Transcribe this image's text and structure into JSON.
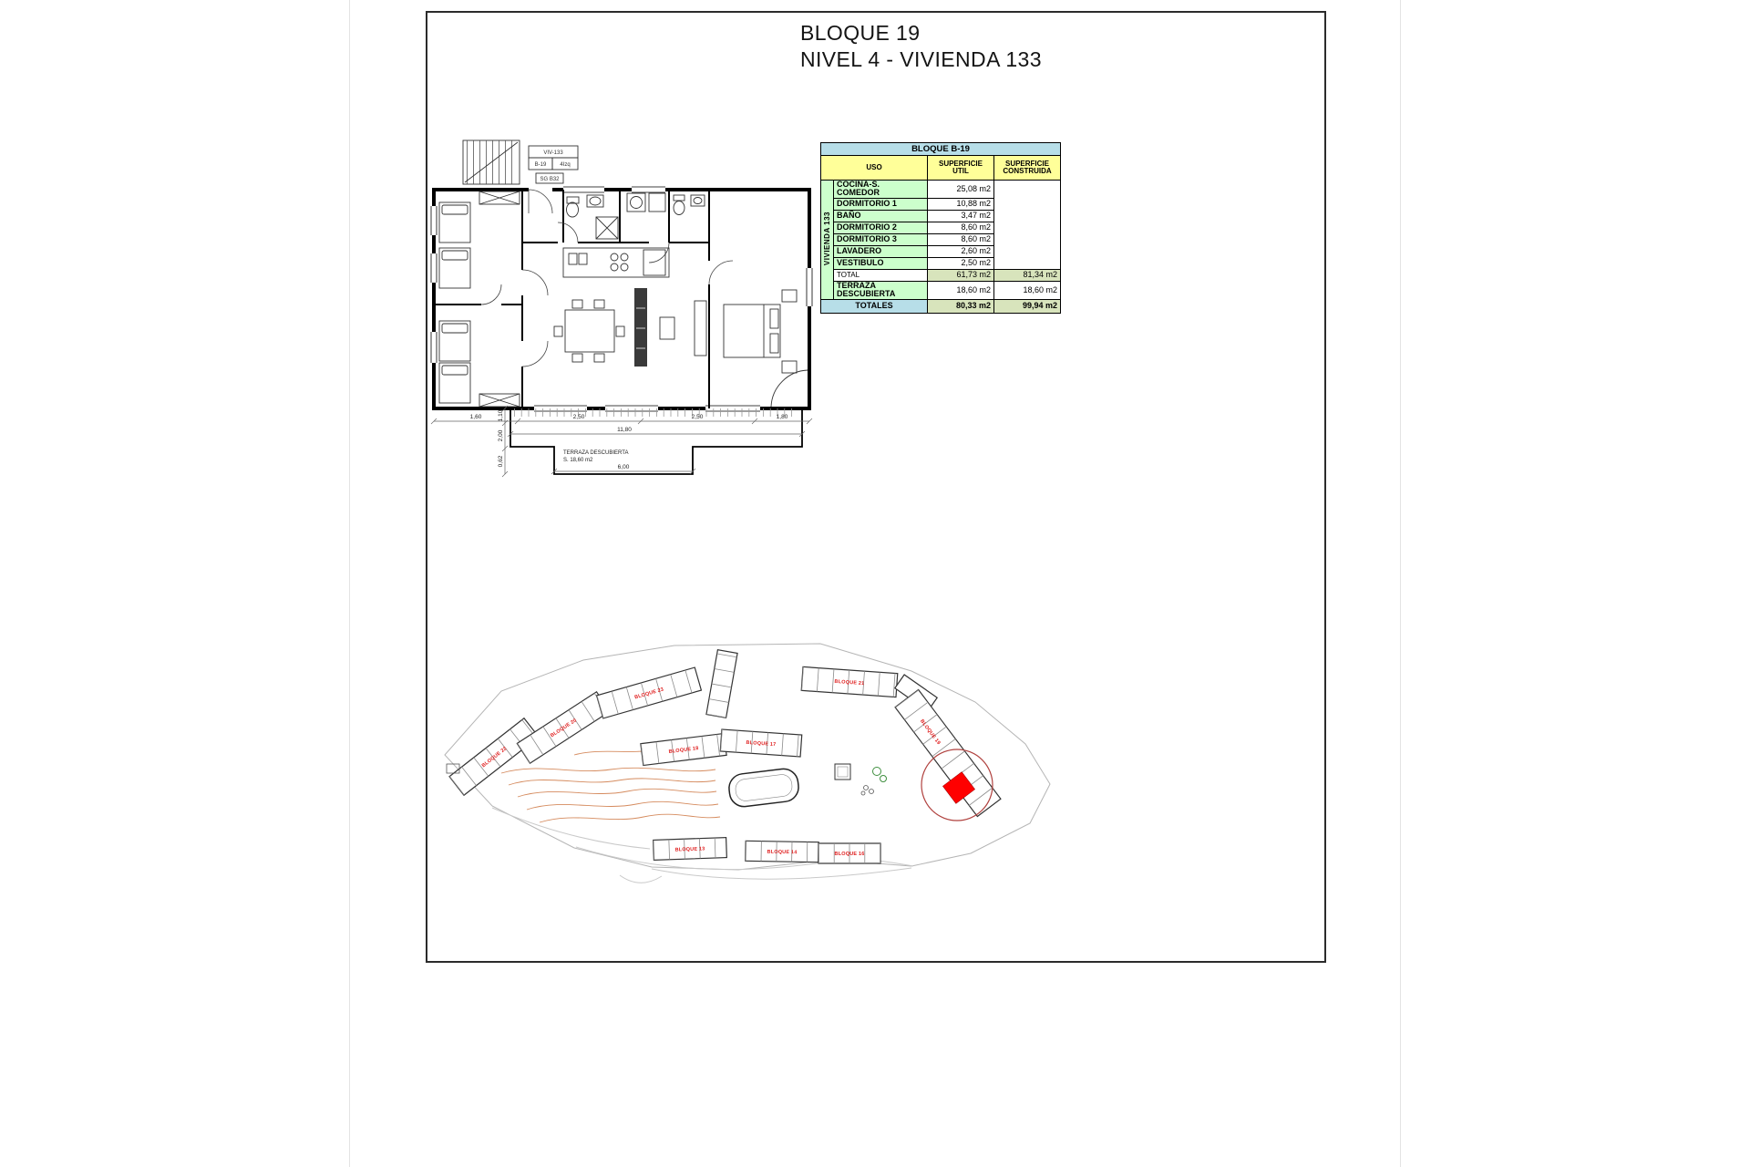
{
  "colors": {
    "table_title_bg": "#b7dee8",
    "col_header_bg": "#ffff99",
    "uso_bg": "#ccffcc",
    "total_value_bg": "#d8e4bc",
    "highlight_red": "#ff0000",
    "block_label_red": "#e02020",
    "contour_orange": "#d58b5e"
  },
  "header": {
    "line1": "BLOQUE 19",
    "line2": "NIVEL 4 - VIVIENDA 133"
  },
  "floor_plan": {
    "title_block": {
      "unit": "VIV-133",
      "block": "B-19",
      "position": "4Izq",
      "code": "SG B32"
    },
    "terrace": {
      "label": "TERRAZA DESCUBIERTA",
      "area": "S. 18,60 m2"
    },
    "dims_bottom": [
      "1,60",
      "2,50",
      "2,50",
      "1,80"
    ],
    "dim_total": "11,80",
    "dims_left": [
      "1,10",
      "2,00",
      "0,62"
    ],
    "dim_terrace": "6,00"
  },
  "area_table": {
    "title": "BLOQUE B-19",
    "columns": {
      "uso": "USO",
      "util": "SUPERFICIE UTIL",
      "construida": "SUPERFICIE CONSTRUIDA"
    },
    "group_label": "VIVIENDA 133",
    "rows": [
      {
        "uso": "COCINA-S. COMEDOR",
        "util": "25,08 m2"
      },
      {
        "uso": "DORMITORIO 1",
        "util": "10,88 m2"
      },
      {
        "uso": "BAÑO",
        "util": "3,47 m2"
      },
      {
        "uso": "DORMITORIO 2",
        "util": "8,60 m2"
      },
      {
        "uso": "DORMITORIO 3",
        "util": "8,60 m2"
      },
      {
        "uso": "LAVADERO",
        "util": "2,60 m2"
      },
      {
        "uso": "VESTIBULO",
        "util": "2,50 m2"
      }
    ],
    "total": {
      "label": "TOTAL",
      "util": "61,73 m2",
      "construida": "81,34 m2"
    },
    "terraza": {
      "label": "TERRAZA DESCUBIERTA",
      "util": "18,60 m2",
      "construida": "18,60 m2"
    },
    "totales": {
      "label": "TOTALES",
      "util": "80,33 m2",
      "construida": "99,94 m2"
    }
  },
  "site_plan": {
    "blocks": [
      "BLOQUE 22",
      "BLOQUE 20",
      "BLOQUE 23",
      "BLOQUE 21",
      "BLOQUE 18",
      "BLOQUE 17",
      "BLOQUE 19",
      "BLOQUE 13",
      "BLOQUE 14",
      "BLOQUE 16"
    ]
  }
}
